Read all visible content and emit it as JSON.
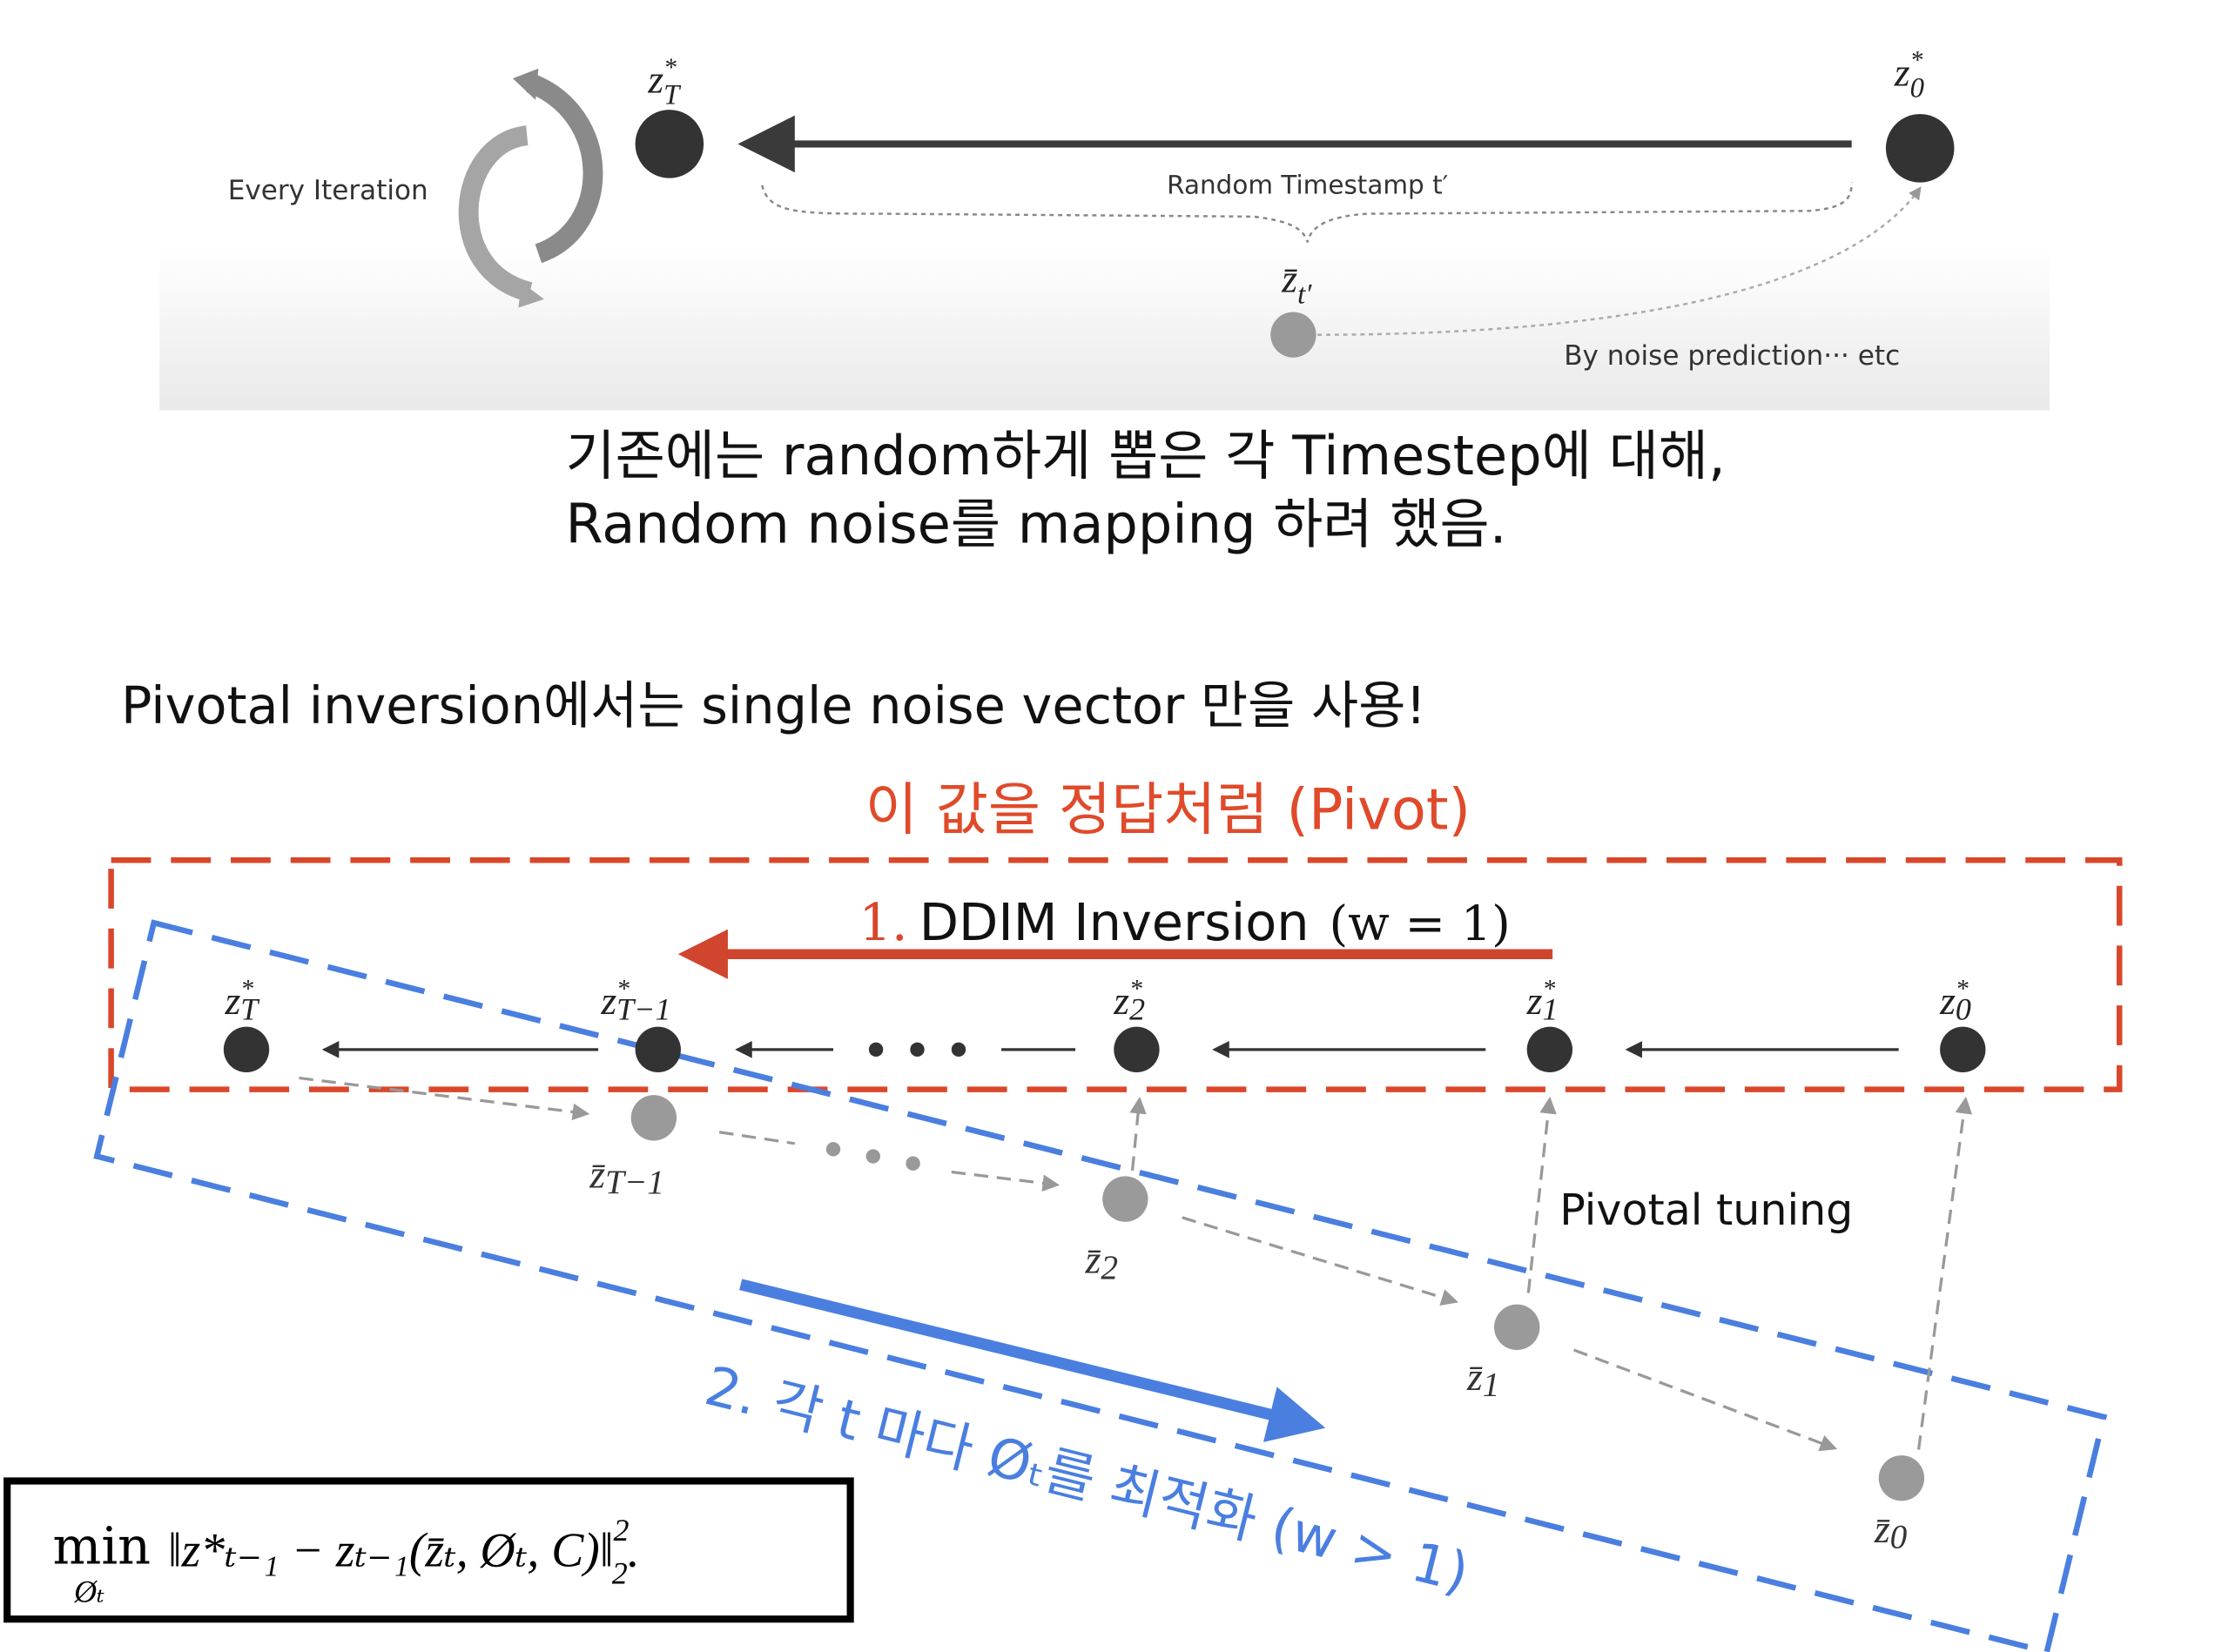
{
  "top_panel": {
    "every_iteration": "Every Iteration",
    "zT_star": {
      "base": "z",
      "sup": "*",
      "sub": "T"
    },
    "z0_star": {
      "base": "z",
      "sup": "*",
      "sub": "0"
    },
    "random_timestamp": "Random Timestamp t′",
    "zbar_t_prime": {
      "base": "z̄",
      "sub": "t′"
    },
    "by_noise_prediction": "By noise prediction··· etc"
  },
  "caption": {
    "line1": "기존에는 random하게 뽑은 각 Timestep에 대해,",
    "line2": "Random noise를 mapping 하려 했음."
  },
  "pivotal_note": "Pivotal inversion에서는 single noise vector 만을 사용!",
  "pivot_label": "이 값을 정답처럼 (Pivot)",
  "ddim": {
    "number": "1.",
    "label": "DDIM Inversion",
    "param": "(w = 1)"
  },
  "top_nodes": [
    {
      "base": "z",
      "sup": "*",
      "sub": "T"
    },
    {
      "base": "z",
      "sup": "*",
      "sub": "T−1"
    },
    {
      "base": "z",
      "sup": "*",
      "sub": "2"
    },
    {
      "base": "z",
      "sup": "*",
      "sub": "1"
    },
    {
      "base": "z",
      "sup": "*",
      "sub": "0"
    }
  ],
  "bottom_nodes": [
    {
      "base": "z̄",
      "sub": "T−1"
    },
    {
      "base": "z̄",
      "sub": "2"
    },
    {
      "base": "z̄",
      "sub": "1"
    },
    {
      "base": "z̄",
      "sub": "0"
    }
  ],
  "pivotal_tuning": "Pivotal tuning",
  "step2": "2. 각 t 마다 Øₜ를 최적화 (w > 1)",
  "formula": {
    "min": "min",
    "min_sub": "Øₜ",
    "body": "‖z*ₜ₋₁ − zₜ₋₁(z̄ₜ, Øₜ, C)‖",
    "sup": "2",
    "sub": "2",
    "end": "."
  },
  "colors": {
    "red": "#d9472b",
    "blue": "#4a7fe0",
    "dark_node": "#333333",
    "light_node": "#9a9a9a"
  }
}
